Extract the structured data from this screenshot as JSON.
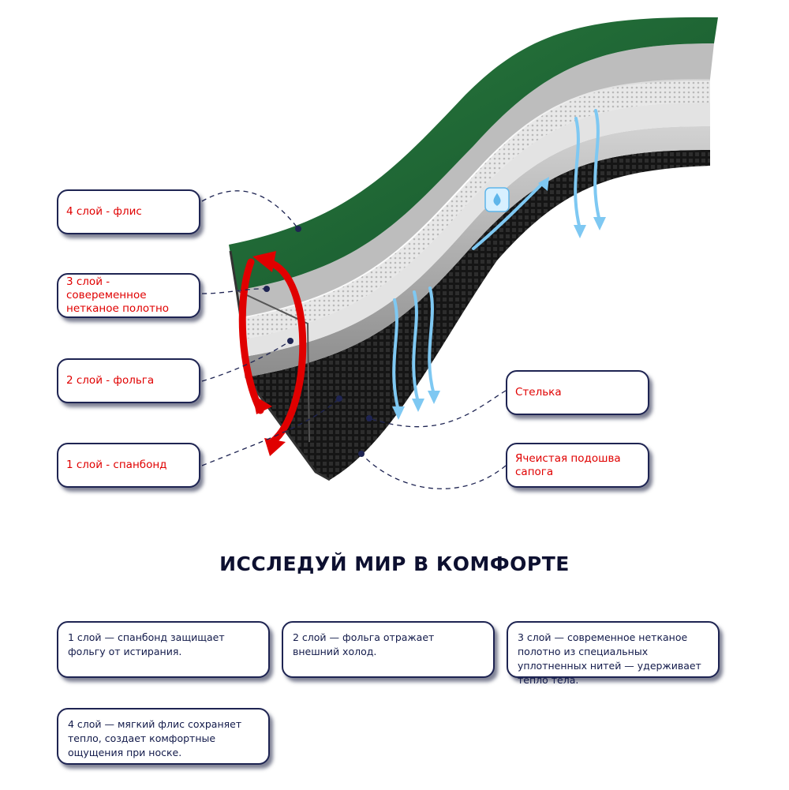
{
  "labels": {
    "layer4": "4 слой - флис",
    "layer3": "3 слой - совеременное нетканое полотно",
    "layer2": "2 слой - фольга",
    "layer1": "1 слой - спанбонд",
    "insole": "Стелька",
    "sole": "Ячеистая подошва сапога"
  },
  "title": "ИССЛЕДУЙ МИР В КОМФОРТЕ",
  "info": {
    "box1": "1 слой — спанбонд защищает фольгу от истирания.",
    "box2": "2 слой — фольга отражает внешний холод.",
    "box3": "3 слой — современное нетканое полотно из специальных уплотненных нитей — удерживает тепло тела.",
    "box4": "4 слой — мягкий флис сохраняет тепло, создает комфортные ощущения при носке."
  },
  "colors": {
    "label_text": "#e00000",
    "body_text": "#121a4a",
    "fleece": "#1f6b32",
    "arrows": "#e00000",
    "airflow": "#7ec8f2"
  }
}
